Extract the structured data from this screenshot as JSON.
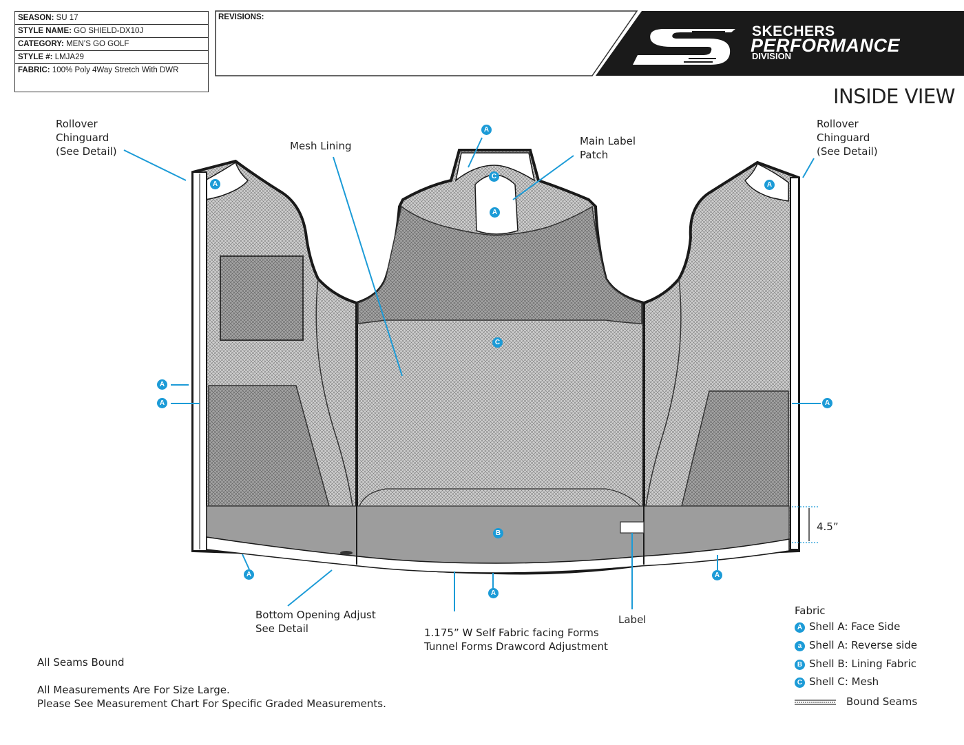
{
  "spec": {
    "season_label": "SEASON:",
    "season": "SU 17",
    "style_name_label": "STYLE NAME:",
    "style_name": "GO SHIELD-DX10J",
    "category_label": "CATEGORY:",
    "category": "MEN’S GO GOLF",
    "style_no_label": "STYLE #:",
    "style_no": "LMJA29",
    "fabric_label": "FABRIC:",
    "fabric": "100% Poly 4Way Stretch With DWR"
  },
  "revisions_label": "REVISIONS:",
  "logo": {
    "brand": "SKECHERS",
    "line2": "PERFORMANCE",
    "line3": "DIVISION"
  },
  "view_title": "INSIDE VIEW",
  "callouts": {
    "rollover_left": [
      "Rollover",
      "Chinguard",
      "(See Detail)"
    ],
    "rollover_right": [
      "Rollover",
      "Chinguard",
      "(See Detail)"
    ],
    "mesh_lining": "Mesh Lining",
    "main_label": [
      "Main Label",
      "Patch"
    ],
    "bottom_opening": [
      "Bottom Opening Adjust",
      "See Detail"
    ],
    "facing": [
      "1.175” W Self Fabric facing Forms",
      "Tunnel Forms Drawcord Adjustment"
    ],
    "label": "Label",
    "measurement": "4.5”"
  },
  "badges": {
    "a": "A",
    "b": "B",
    "c": "C",
    "a_lower": "a"
  },
  "notes": {
    "seams": "All Seams Bound",
    "measurements_1": "All Measurements Are For Size Large.",
    "measurements_2": "Please See Measurement Chart For Specific Graded Measurements."
  },
  "legend": {
    "title": "Fabric",
    "items": [
      {
        "badge": "A",
        "text": "Shell A: Face Side"
      },
      {
        "badge": "a",
        "text": "Shell A: Reverse side"
      },
      {
        "badge": "B",
        "text": "Shell B:  Lining Fabric"
      },
      {
        "badge": "C",
        "text": "Shell C:  Mesh"
      }
    ],
    "bound_seams": "Bound Seams"
  },
  "colors": {
    "accent": "#1c9bd7",
    "lining": "#9d9d9d",
    "mesh": "#b5b5b5",
    "black": "#1a1a1a"
  }
}
